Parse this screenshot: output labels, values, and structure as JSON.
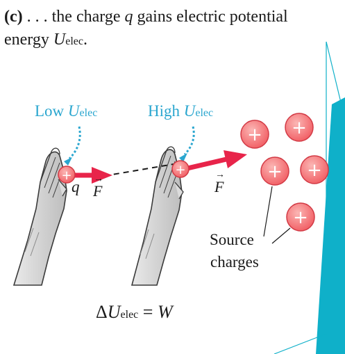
{
  "caption": {
    "part": "(c)",
    "text_before": " . . . the charge ",
    "charge_symbol": "q",
    "text_middle": " gains electric potential energy ",
    "energy_symbol": "U",
    "energy_sub": "elec",
    "text_end": "."
  },
  "labels": {
    "low_prefix": "Low ",
    "high_prefix": "High ",
    "u_symbol": "U",
    "u_sub": "elec",
    "q": "q",
    "force_symbol": "F",
    "force_arrow": "→",
    "plus": "+",
    "source_line1": "Source",
    "source_line2": "charges"
  },
  "equation": {
    "delta": "Δ",
    "symbol": "U",
    "sub": "elec",
    "rest": " = ",
    "work": "W"
  },
  "colors": {
    "blue_label": "#2aa6cf",
    "arrow_red": "#e8244a",
    "charge_fill": "#f36a6e",
    "charge_stroke": "#d23a45",
    "deco_teal": "#0fb0c9",
    "hand_gray": "#cfcfcf"
  }
}
